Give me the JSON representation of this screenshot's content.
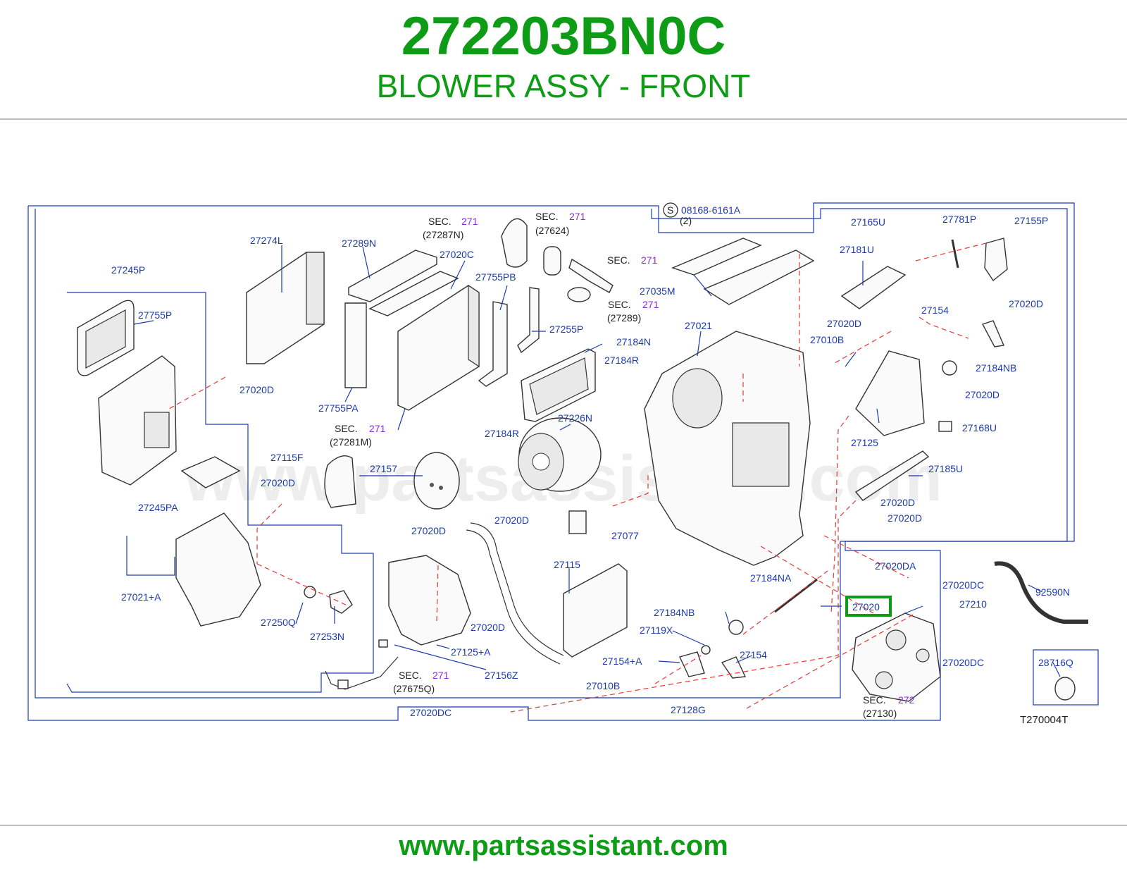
{
  "header": {
    "part_number": "272203BN0C",
    "part_name": "BLOWER ASSY - FRONT"
  },
  "diagram": {
    "code": "T270004T",
    "watermark": "www.partsassistant.com",
    "highlighted_part": "27020",
    "labels": {
      "p27274L": "27274L",
      "p27289N": "27289N",
      "p27020C": "27020C",
      "p27245P": "27245P",
      "p27755P": "27755P",
      "p27755PB": "27755PB",
      "p27255P": "27255P",
      "p27184N": "27184N",
      "p27184R_a": "27184R",
      "p27184R_b": "27184R",
      "p27020D_1": "27020D",
      "p27755PA": "27755PA",
      "p27226N": "27226N",
      "p27115F": "27115F",
      "p27157": "27157",
      "p27020D_2": "27020D",
      "p27245PA": "27245PA",
      "p27020D_3": "27020D",
      "p27077": "27077",
      "p27020D_4": "27020D",
      "p27115": "27115",
      "p27021A": "27021+A",
      "p27250Q": "27250Q",
      "p27253N": "27253N",
      "p27020D_5": "27020D",
      "p27125A": "27125+A",
      "p27156Z": "27156Z",
      "p27184NB_a": "27184NB",
      "p27119X": "27119X",
      "p27154A": "27154+A",
      "p27154_a": "27154",
      "p27010B_a": "27010B",
      "p27020DC_1": "27020DC",
      "p27128G": "27128G",
      "p27184NA": "27184NA",
      "p27020": "27020",
      "p27020DA": "27020DA",
      "p27020DC_2": "27020DC",
      "p27210": "27210",
      "p27020DC_3": "27020DC",
      "p92590N": "92590N",
      "p28716Q": "28716Q",
      "p27021": "27021",
      "p27035M": "27035M",
      "p08168": "08168-6161A",
      "p08168_qty": "(2)",
      "p08168_s": "S",
      "p27165U": "27165U",
      "p27781P": "27781P",
      "p27155P": "27155P",
      "p27181U": "27181U",
      "p27154_b": "27154",
      "p27020D_6": "27020D",
      "p27020D_7": "27020D",
      "p27010B_b": "27010B",
      "p27184NB_b": "27184NB",
      "p27020D_8": "27020D",
      "p27125": "27125",
      "p27168U": "27168U",
      "p27185U": "27185U",
      "p27020D_9": "27020D",
      "p27020D_10": "27020D"
    },
    "section_refs": [
      {
        "sec": "SEC.",
        "num": "271",
        "ref": "(27287N)"
      },
      {
        "sec": "SEC.",
        "num": "271",
        "ref": "(27624)"
      },
      {
        "sec": "SEC.",
        "num": "271",
        "ref": ""
      },
      {
        "sec": "SEC.",
        "num": "271",
        "ref": "(27289)"
      },
      {
        "sec": "SEC.",
        "num": "271",
        "ref": "(27281M)"
      },
      {
        "sec": "SEC.",
        "num": "271",
        "ref": "(27675Q)"
      },
      {
        "sec": "SEC.",
        "num": "272",
        "ref": "(27130)"
      }
    ]
  },
  "footer": {
    "url": "www.partsassistant.com"
  },
  "colors": {
    "brand_green": "#0e9c16",
    "label_blue": "#1c3ab0",
    "section_purple": "#8a2be2",
    "leader_red": "#e53935"
  }
}
